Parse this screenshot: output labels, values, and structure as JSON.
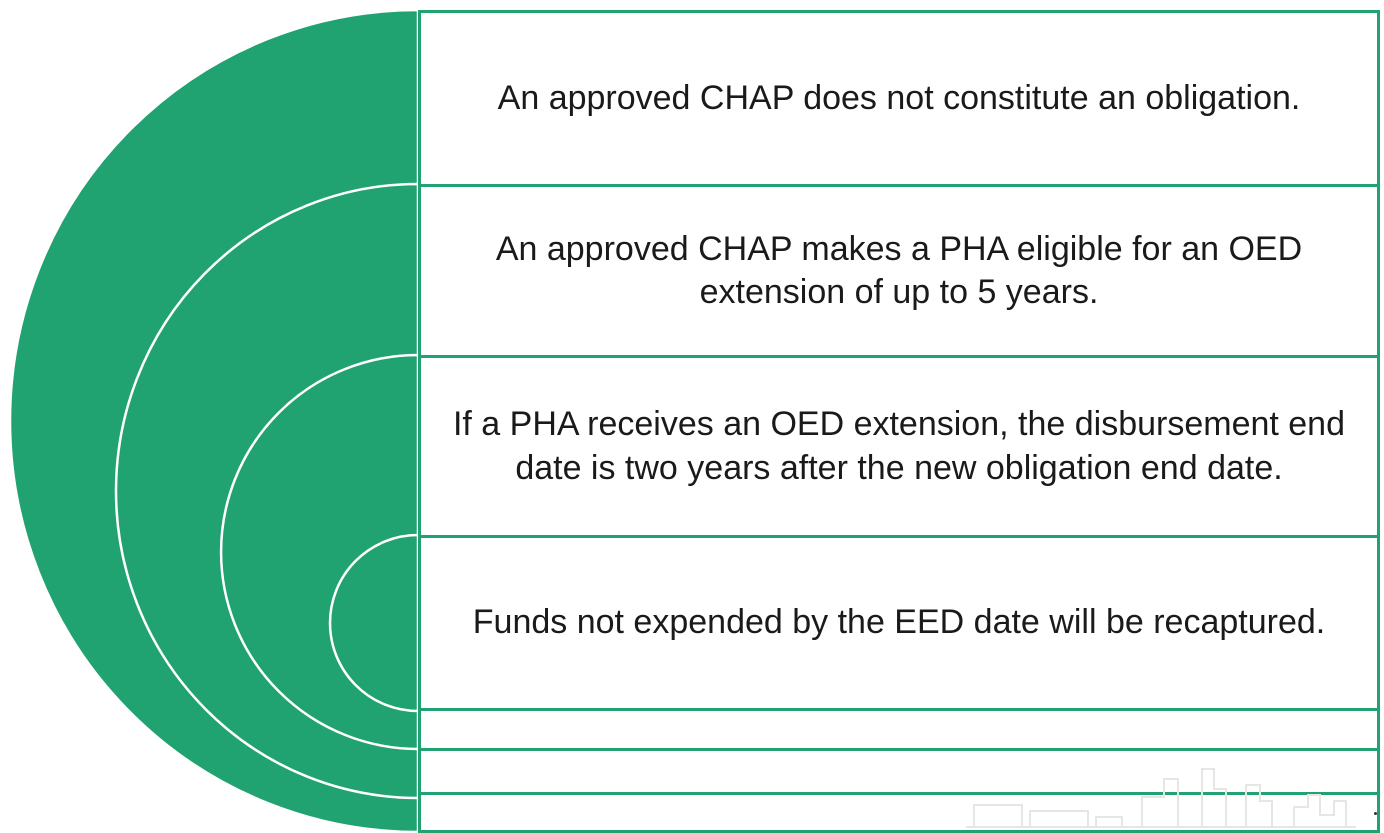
{
  "diagram": {
    "colors": {
      "accent": "#21a271",
      "stroke": "#ffffff",
      "text": "#1a1a1a"
    },
    "items": [
      {
        "text": "An approved CHAP does not constitute an obligation."
      },
      {
        "text": "An approved CHAP makes a PHA eligible for an OED extension of up to 5 years."
      },
      {
        "text": "If a PHA receives an OED extension, the disbursement end date is two years after the new obligation end date."
      },
      {
        "text": "Funds not expended by the EED date will be recaptured."
      }
    ]
  }
}
